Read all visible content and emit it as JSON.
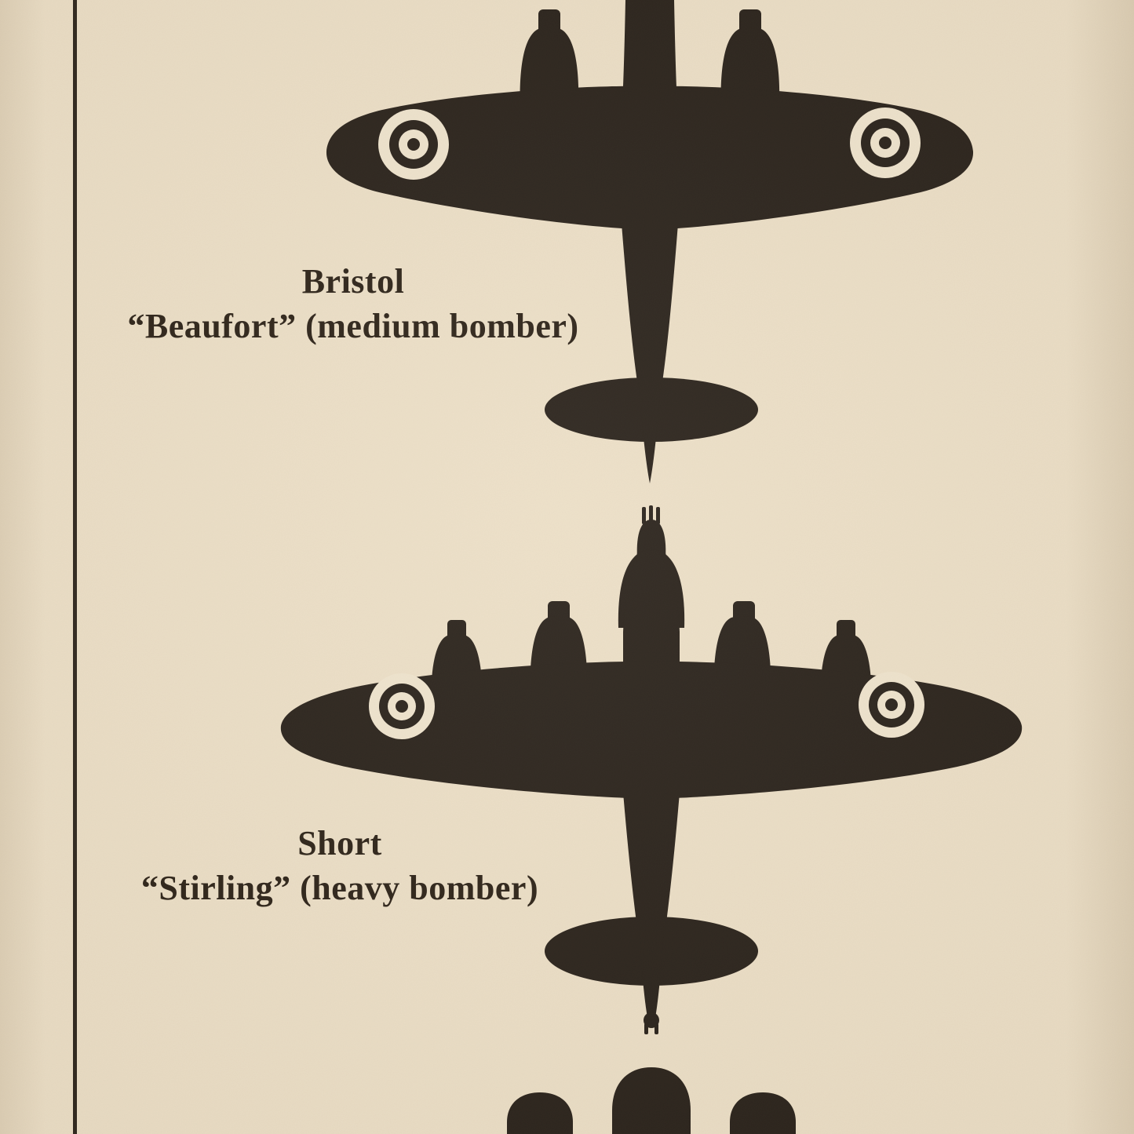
{
  "page": {
    "paper_color": "#ecdfc7",
    "ink_color": "#1e1711",
    "rule_color": "#271f16",
    "description": "Aircraft recognition silhouettes page"
  },
  "figures": [
    {
      "line1": "Bristol",
      "line2": "“Beaufort” (medium bomber)"
    },
    {
      "line1": "Short",
      "line2": "“Stirling” (heavy bomber)"
    }
  ]
}
